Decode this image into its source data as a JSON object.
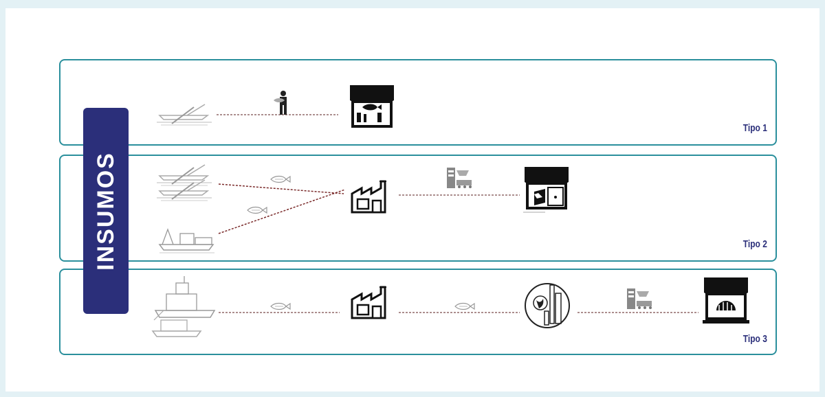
{
  "side_label": "INSUMOS",
  "tiers": [
    {
      "label": "Tipo 1"
    },
    {
      "label": "Tipo 2"
    },
    {
      "label": "Tipo 3"
    }
  ],
  "icons": {
    "tier1": [
      "rowboat-icon",
      "fisherman-icon",
      "fish-market-icon"
    ],
    "tier2": [
      "rowboat-icon",
      "fishing-ship-icon",
      "fish-icon",
      "factory-icon",
      "processing-machine-icon",
      "store-icon"
    ],
    "tier3": [
      "ships-icon",
      "fish-icon",
      "factory-icon",
      "global-city-icon",
      "processing-machine-icon",
      "international-market-icon"
    ]
  },
  "colors": {
    "panel_border": "#2a8f9c",
    "label": "#2b2f7a",
    "connector": "#7a2a2a"
  }
}
